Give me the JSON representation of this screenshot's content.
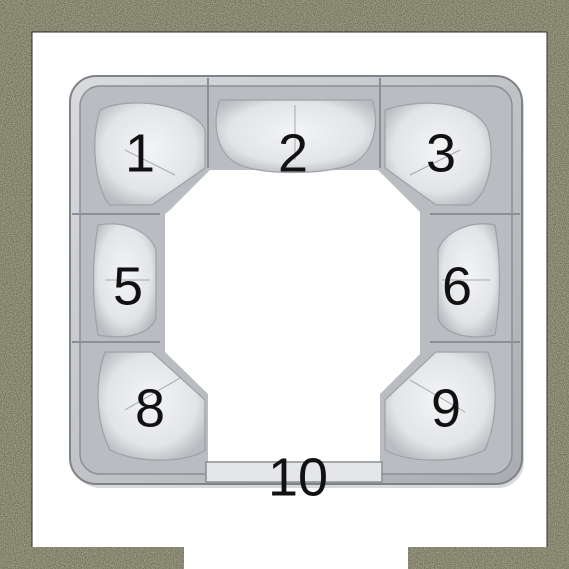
{
  "seat_labels": {
    "s1": "1",
    "s2": "2",
    "s3": "3",
    "s5": "5",
    "s6": "6",
    "s8": "8",
    "s9": "9",
    "s10": "10"
  },
  "colors": {
    "border_texture_base": "#6b6b52",
    "tub_shell": "#c7c9cc",
    "tub_shell_dark": "#9a9da1",
    "seat_highlight": "#eef0f2",
    "label_color": "#111111",
    "background": "#ffffff"
  },
  "icons": {
    "frame": "textured-wall-frame",
    "tub": "hot-tub-topview"
  }
}
